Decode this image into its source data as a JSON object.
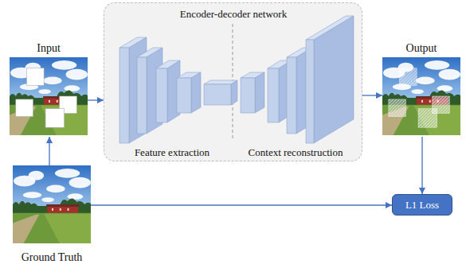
{
  "diagram": {
    "nodes": [
      {
        "text": [
          "Input"
        ]
      },
      {
        "text": [
          "Encoder-decoder network",
          "Feature extraction",
          "Context reconstruction"
        ]
      },
      {
        "text": [
          "Output"
        ]
      },
      {
        "text": [
          "Ground Truth"
        ]
      },
      {
        "text": [
          "L1 Loss"
        ]
      }
    ],
    "edges": [
      {
        "from": 0,
        "to": 1,
        "arrow": "to"
      },
      {
        "from": 1,
        "to": 2,
        "arrow": "to"
      },
      {
        "from": 2,
        "to": 4,
        "arrow": "to"
      },
      {
        "from": 3,
        "to": 4,
        "arrow": "to"
      },
      {
        "from": 3,
        "to": 0,
        "arrow": "to"
      }
    ]
  }
}
